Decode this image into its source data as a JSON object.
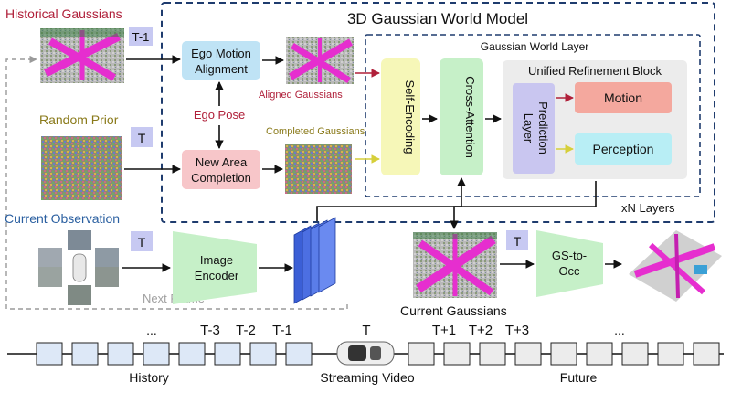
{
  "labels": {
    "historical_gaussians": "Historical Gaussians",
    "world_model_title": "3D Gaussian World Model",
    "gaussian_world_layer": "Gaussian World Layer",
    "ego_motion_alignment_1": "Ego Motion",
    "ego_motion_alignment_2": "Alignment",
    "aligned_gaussians": "Aligned Gaussians",
    "ego_pose": "Ego Pose",
    "random_prior": "Random Prior",
    "completed_gaussians": "Completed Gaussians",
    "new_area_completion_1": "New Area",
    "new_area_completion_2": "Completion",
    "self_encoding": "Self-Encoding",
    "cross_attention": "Cross-Attention",
    "unified_refinement_block": "Unified Refinement Block",
    "prediction_layer_1": "Prediction",
    "prediction_layer_2": "Layer",
    "motion": "Motion",
    "perception": "Perception",
    "xn_layers": "xN Layers",
    "current_observation": "Current Observation",
    "image_encoder_1": "Image",
    "image_encoder_2": "Encoder",
    "next_frame": "Next Frame",
    "current_gaussians": "Current Gaussians",
    "gs_to_occ_1": "GS-to-",
    "gs_to_occ_2": "Occ",
    "badge_t_minus_1": "T-1",
    "badge_t": "T",
    "history": "History",
    "streaming_video": "Streaming Video",
    "future": "Future",
    "ellipsis": "...",
    "tick_t_minus_3": "T-3",
    "tick_t_minus_2": "T-2",
    "tick_t_minus_1": "T-1",
    "tick_t": "T",
    "tick_t_plus_1": "T+1",
    "tick_t_plus_2": "T+2",
    "tick_t_plus_3": "T+3"
  },
  "colors": {
    "dark_blue": "#1f3c6e",
    "crimson": "#b0203a",
    "olive": "#8a7a1a",
    "obs_blue": "#2a5fa0",
    "box_blue": "#bfe3f5",
    "box_pink": "#f7c6c9",
    "box_yellow": "#f6f7b8",
    "box_green": "#c6f0c8",
    "box_lavender": "#c9c6f0",
    "box_salmon": "#f4a89e",
    "box_cyan": "#b8eef5",
    "badge": "#c7c9f2",
    "history_frame": "#dde8f7",
    "future_frame": "#ececec",
    "gray_text": "#a0a0a0"
  }
}
